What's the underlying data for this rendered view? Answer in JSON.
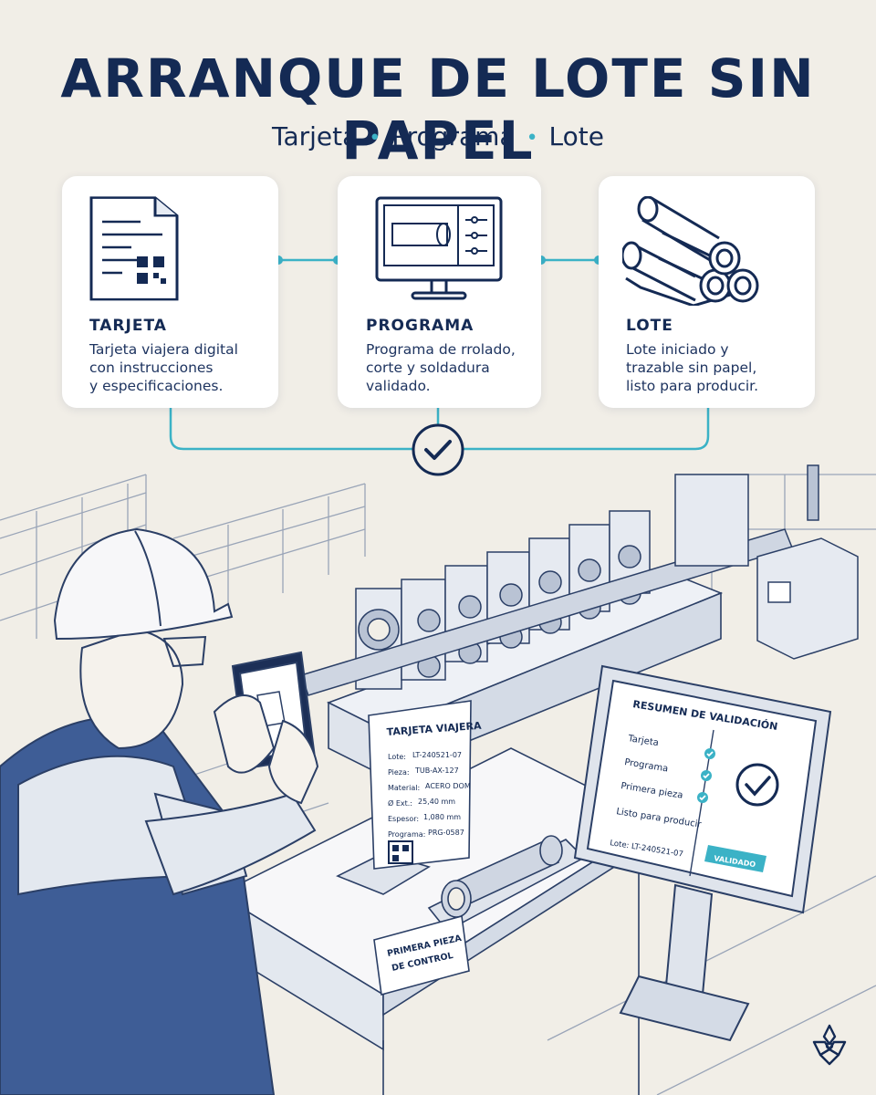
{
  "header": {
    "title": "ARRANQUE DE LOTE SIN PAPEL",
    "subtitle_items": [
      "Tarjeta",
      "Programa",
      "Lote"
    ]
  },
  "steps": [
    {
      "title": "TARJETA",
      "description": "Tarjeta viajera digital\ncon instrucciones\ny especificaciones.",
      "icon": "document-qr-icon"
    },
    {
      "title": "PROGRAMA",
      "description": "Programa de rrolado,\ncorte y soldadura\nvalidado.",
      "icon": "monitor-program-icon"
    },
    {
      "title": "LOTE",
      "description": "Lote iniciado y\ntrazable sin papel,\nlisto para producir.",
      "icon": "tube-stack-icon"
    }
  ],
  "travel_card": {
    "title": "TARJETA VIAJERA",
    "rows": [
      {
        "label": "Lote:",
        "value": "LT-240521-07"
      },
      {
        "label": "Pieza:",
        "value": "TUB-AX-127"
      },
      {
        "label": "Material:",
        "value": "ACERO DOM"
      },
      {
        "label": "Ø Ext.:",
        "value": "25,40 mm"
      },
      {
        "label": "Espesor:",
        "value": "1,080 mm"
      },
      {
        "label": "Programa:",
        "value": "PRG-0587"
      }
    ]
  },
  "first_piece_sign": {
    "line1": "PRIMERA PIEZA",
    "line2": "DE CONTROL"
  },
  "validation_panel": {
    "title": "RESUMEN DE VALIDACIÓN",
    "items": [
      "Tarjeta",
      "Programa",
      "Primera pieza",
      "Listo para producir"
    ],
    "lote": "Lote: LT-240521-07",
    "status_button": "VALIDADO"
  },
  "colors": {
    "navy": "#142a54",
    "accent": "#3bb2c6",
    "background": "#f1eee7"
  }
}
